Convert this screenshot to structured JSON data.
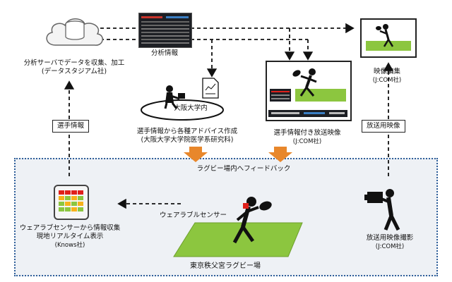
{
  "nodes": {
    "server": {
      "label_line1": "分析サーバでデータを収集、加工",
      "label_line2": "(データスタジアム社)"
    },
    "analysis": {
      "label": "分析情報"
    },
    "university": {
      "ellipse_label": "大阪大学内",
      "label_line1": "選手情報から各種アドバイス作成",
      "label_line2": "(大阪大学大学院医学系研究科)"
    },
    "broadcast": {
      "label_line1": "選手情報付き放送映像",
      "label_line2": "(J:COM社)"
    },
    "editing": {
      "label_line1": "映像編集",
      "label_line2": "(J:COM社)"
    },
    "wearable_display": {
      "label_line1": "ウェアラブセンサーから情報収集",
      "label_line2": "現地リアルタイム表示",
      "label_line3": "(Knows社)"
    },
    "sensor_player": {
      "label": "ウェアラブルセンサー"
    },
    "camera": {
      "label_line1": "放送用映像撮影",
      "label_line2": "(J:COM社)"
    }
  },
  "flow_labels": {
    "player_info": "選手情報",
    "broadcast_video": "放送用映像",
    "feedback": "ラグビー場内へフィードバック"
  },
  "venue": {
    "label": "東京秩父宮ラグビー場"
  },
  "colors": {
    "venue_border": "#2f5f9a",
    "venue_fill": "#eef1f5",
    "field_green": "#8cc63f",
    "feedback_arrow": "#e8872b",
    "sensor_red": "#e0201b"
  }
}
